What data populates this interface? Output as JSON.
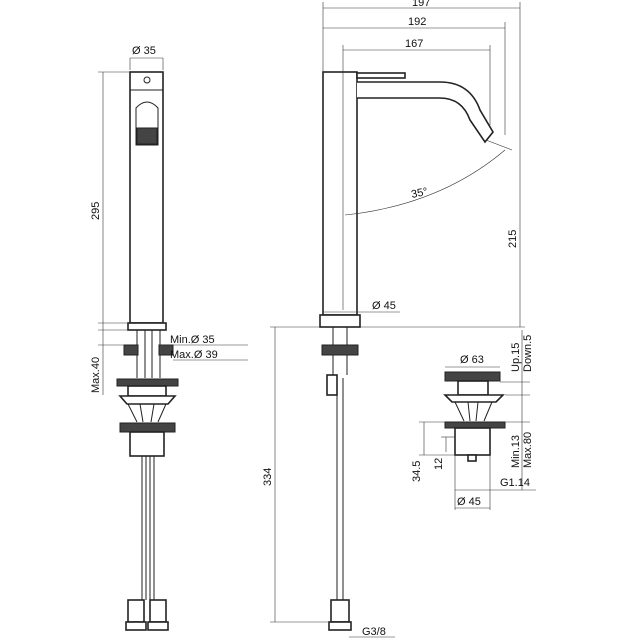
{
  "left_view": {
    "diameter_top": "Ø 35",
    "height": "295",
    "max_thickness": "Max.40",
    "min_hole": "Min.Ø 35",
    "max_hole": "Max.Ø 39"
  },
  "side_view": {
    "width_total": "197",
    "width_spout": "192",
    "reach": "167",
    "angle": "35°",
    "spout_height": "215",
    "base_diameter": "Ø 45",
    "hose_length": "334",
    "connection": "G3/8"
  },
  "waste_view": {
    "cap_diameter": "Ø 63",
    "travel_up": "Up.15",
    "travel_down": "Down.5",
    "thickness_min": "Min.13",
    "thickness_max": "Max.80",
    "height": "34.5",
    "thread_length": "12",
    "thread": "G1.14",
    "body_diameter": "Ø 45"
  },
  "colors": {
    "line": "#222222",
    "background": "#ffffff"
  }
}
